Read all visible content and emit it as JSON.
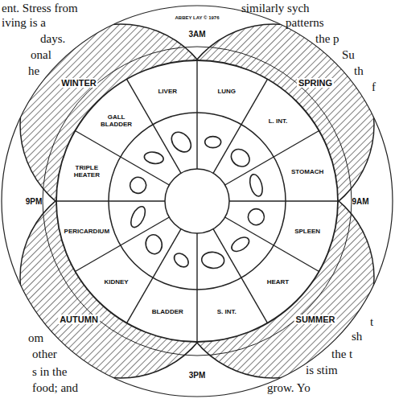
{
  "diagram": {
    "labels": [
      "ent. Stress from",
      "iving is a",
      "days.",
      "onal",
      "he",
      "om",
      "other",
      "s in the",
      "food; and",
      "similarly sych",
      "patterns",
      "the p",
      "Su",
      "th",
      "f",
      "t",
      "sh",
      "the t",
      "is stim",
      "grow. Yo",
      "ABBEY LAY © 1976",
      "WINTER",
      "SPRING",
      "AUTUMN",
      "SUMMER",
      "3AM",
      "9AM",
      "3PM",
      "9PM",
      "LUNG",
      "L. INT.",
      "STOMACH",
      "SPLEEN",
      "HEART",
      "S. INT.",
      "BLADDER",
      "KIDNEY",
      "PERICARDIUM",
      "TRIPLE HEATER",
      "GALL BLADDER",
      "LIVER"
    ]
  }
}
